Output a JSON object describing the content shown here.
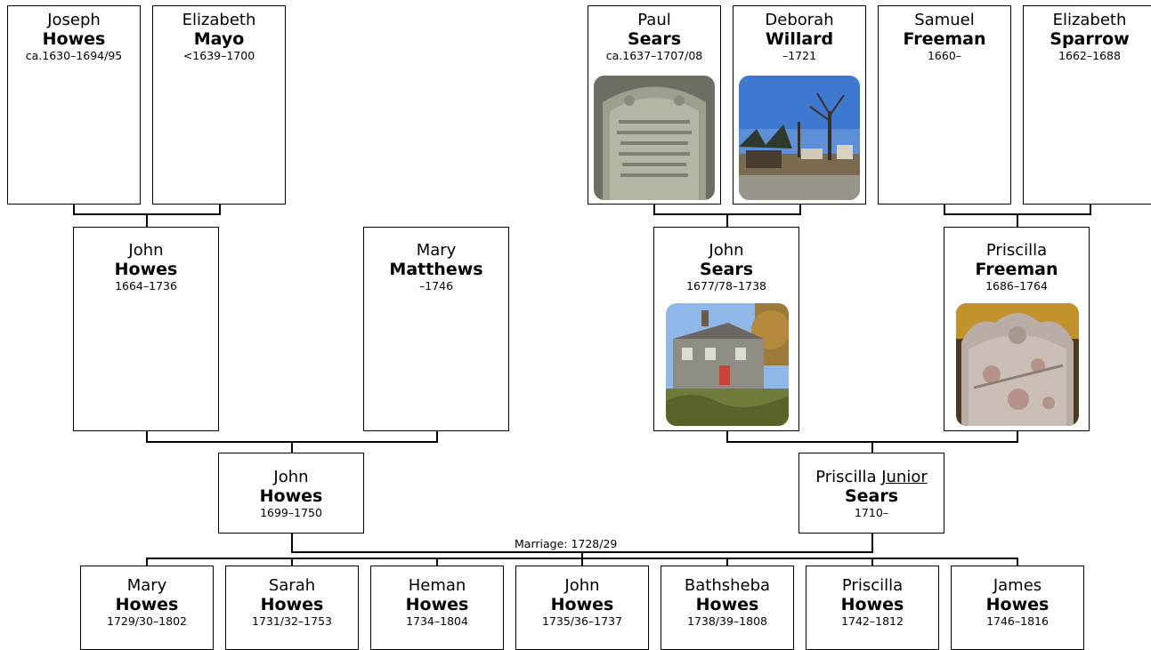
{
  "persons": {
    "joseph_howes": {
      "given": "Joseph",
      "surname": "Howes",
      "dates": "ca.1630–1694/95"
    },
    "elizabeth_mayo": {
      "given": "Elizabeth",
      "surname": "Mayo",
      "dates": "<1639–1700"
    },
    "paul_sears": {
      "given": "Paul",
      "surname": "Sears",
      "dates": "ca.1637–1707/08",
      "photo": "gravestone-photo"
    },
    "deborah_willard": {
      "given": "Deborah",
      "surname": "Willard",
      "dates": "–1721",
      "photo": "cemetery-photo"
    },
    "samuel_freeman": {
      "given": "Samuel",
      "surname": "Freeman",
      "dates": "1660–"
    },
    "elizabeth_sparrow": {
      "given": "Elizabeth",
      "surname": "Sparrow",
      "dates": "1662–1688"
    },
    "john_howes_1664": {
      "given": "John",
      "surname": "Howes",
      "dates": "1664–1736"
    },
    "mary_matthews": {
      "given": "Mary",
      "surname": "Matthews",
      "dates": "–1746"
    },
    "john_sears": {
      "given": "John",
      "surname": "Sears",
      "dates": "1677/78–1738",
      "photo": "house-photo"
    },
    "priscilla_freeman": {
      "given": "Priscilla",
      "surname": "Freeman",
      "dates": "1686–1764",
      "photo": "gravestone-photo"
    },
    "john_howes_1699": {
      "given": "John",
      "surname": "Howes",
      "dates": "1699–1750"
    },
    "priscilla_junior_sears": {
      "given": "Priscilla",
      "given_suffix": "Junior",
      "surname": "Sears",
      "dates": "1710–"
    }
  },
  "marriage_label": "Marriage: 1728/29",
  "children": [
    {
      "given": "Mary",
      "surname": "Howes",
      "dates": "1729/30–1802"
    },
    {
      "given": "Sarah",
      "surname": "Howes",
      "dates": "1731/32–1753"
    },
    {
      "given": "Heman",
      "surname": "Howes",
      "dates": "1734–1804"
    },
    {
      "given": "John",
      "surname": "Howes",
      "dates": "1735/36–1737"
    },
    {
      "given": "Bathsheba",
      "surname": "Howes",
      "dates": "1738/39–1808"
    },
    {
      "given": "Priscilla",
      "surname": "Howes",
      "dates": "1742–1812"
    },
    {
      "given": "James",
      "surname": "Howes",
      "dates": "1746–1816"
    }
  ],
  "colors": {
    "border": "#000000",
    "background": "#ffffff"
  }
}
